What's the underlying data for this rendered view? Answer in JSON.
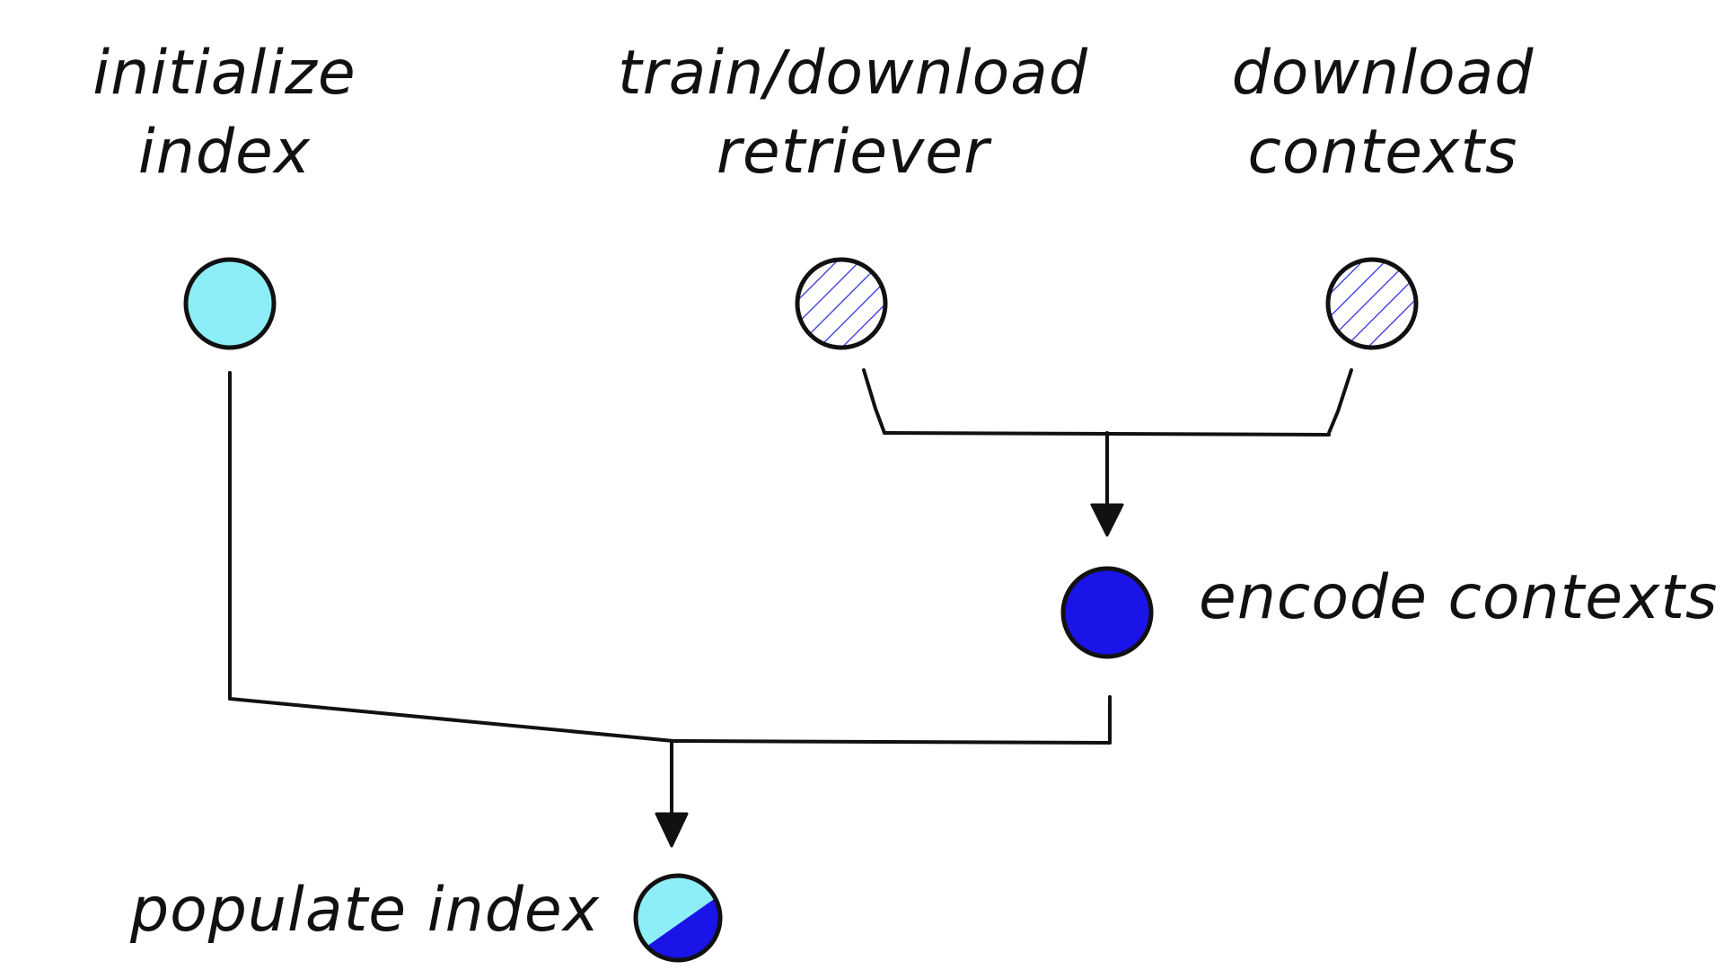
{
  "nodes": {
    "initialize_index": {
      "label_line1": "initialize",
      "label_line2": "index"
    },
    "train_retriever": {
      "label_line1": "train/download",
      "label_line2": "retriever"
    },
    "download_contexts": {
      "label_line1": "download",
      "label_line2": "contexts"
    },
    "encode_contexts": {
      "label": "encode contexts"
    },
    "populate_index": {
      "label": "populate index"
    }
  },
  "colors": {
    "light_cyan": "#8DEEF8",
    "blue": "#1A14E8",
    "hatch": "#2B2BE0",
    "stroke": "#111111"
  }
}
